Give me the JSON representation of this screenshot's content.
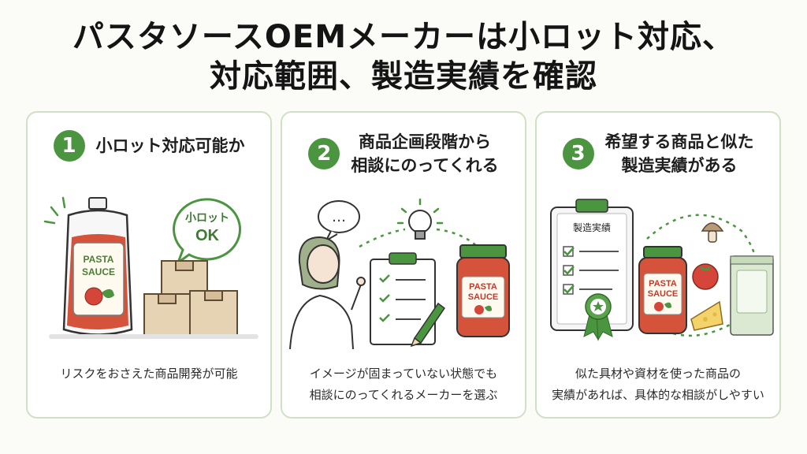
{
  "title": {
    "line1": "パスタソースOEMメーカーは小ロット対応、",
    "line2": "対応範囲、製造実績を確認"
  },
  "colors": {
    "accent_green": "#4b9440",
    "card_border": "#cfe0c4",
    "sauce_red": "#c9452f"
  },
  "cards": [
    {
      "number": "1",
      "title": "小ロット対応可能か",
      "illustration": {
        "pouch_label_line1": "PASTA",
        "pouch_label_line2": "SAUCE",
        "bubble_line1": "小ロット",
        "bubble_line2": "OK",
        "icons": [
          "sauce-pouch-icon",
          "speech-bubble-icon",
          "cardboard-boxes-icon",
          "tomato-icon",
          "basil-icon"
        ]
      },
      "caption_line1": "リスクをおさえた商品開発が可能",
      "caption_line2": ""
    },
    {
      "number": "2",
      "title_line1": "商品企画段階から",
      "title_line2": "相談にのってくれる",
      "illustration": {
        "bubble_text": "…",
        "jar_label_line1": "PASTA",
        "jar_label_line2": "SAUCE",
        "icons": [
          "person-icon",
          "speech-bubble-icon",
          "lightbulb-icon",
          "clipboard-checklist-icon",
          "pencil-icon",
          "sauce-jar-icon"
        ]
      },
      "caption_line1": "イメージが固まっていない状態でも",
      "caption_line2": "相談にのってくれるメーカーを選ぶ"
    },
    {
      "number": "3",
      "title_line1": "希望する商品と似た",
      "title_line2": "製造実績がある",
      "illustration": {
        "clipboard_title": "製造実績",
        "jar_label_line1": "PASTA",
        "jar_label_line2": "SAUCE",
        "icons": [
          "clipboard-checklist-icon",
          "award-ribbon-icon",
          "sauce-jar-icon",
          "mushroom-icon",
          "tomato-icon",
          "cheese-icon",
          "pouch-icon"
        ]
      },
      "caption_line1": "似た具材や資材を使った商品の",
      "caption_line2": "実績があれば、具体的な相談がしやすい"
    }
  ]
}
